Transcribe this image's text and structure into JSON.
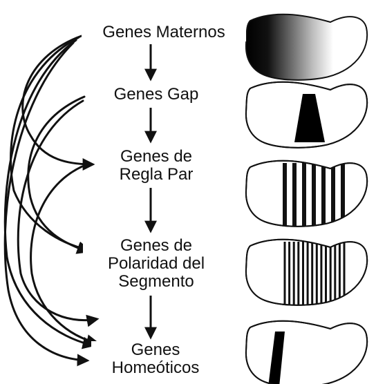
{
  "diagram": {
    "stages": [
      {
        "id": "maternos",
        "lines": [
          "Genes Maternos"
        ]
      },
      {
        "id": "gap",
        "lines": [
          "Genes Gap"
        ]
      },
      {
        "id": "regla-par",
        "lines": [
          "Genes de",
          "Regla Par"
        ]
      },
      {
        "id": "polaridad",
        "lines": [
          "Genes de",
          "Polaridad del",
          "Segmento"
        ]
      },
      {
        "id": "homeoticos",
        "lines": [
          "Genes",
          "Homeóticos"
        ]
      }
    ],
    "embryo_patterns": [
      {
        "stage": "maternos",
        "pattern": "gradient",
        "stripes": 0
      },
      {
        "stage": "gap",
        "pattern": "central-band",
        "stripes": 1
      },
      {
        "stage": "regla-par",
        "pattern": "stripes",
        "stripes": 7
      },
      {
        "stage": "polaridad",
        "pattern": "stripes",
        "stripes": 14
      },
      {
        "stage": "homeoticos",
        "pattern": "single-band",
        "stripes": 1
      }
    ],
    "colors": {
      "ink": "#111111",
      "background": "#ffffff"
    }
  }
}
